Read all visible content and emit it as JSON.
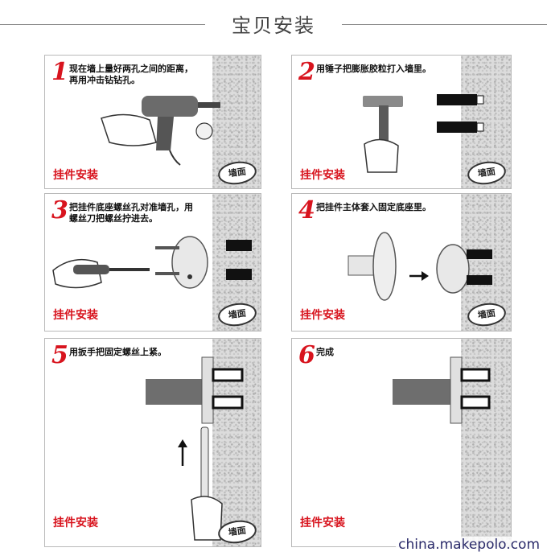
{
  "header": {
    "title": "宝贝安装"
  },
  "common": {
    "mount_label": "挂件安装",
    "badge_text": "墙面"
  },
  "steps": [
    {
      "number": "1",
      "text": "现在墙上量好两孔之间的距离，\n再用冲击钻钻孔。"
    },
    {
      "number": "2",
      "text": "用锤子把膨胀胶粒打入墙里。"
    },
    {
      "number": "3",
      "text": "把挂件底座螺丝孔对准墙孔，用\n螺丝刀把螺丝拧进去。"
    },
    {
      "number": "4",
      "text": "把挂件主体套入固定底座里。"
    },
    {
      "number": "5",
      "text": "用扳手把固定螺丝上紧。"
    },
    {
      "number": "6",
      "text": "完成"
    }
  ],
  "watermark": "china.makepolo.com",
  "icons": [
    "drill-icon",
    "hammer-icon",
    "screwdriver-icon",
    "wrench-icon",
    "arrow-right-icon",
    "arrow-up-icon"
  ]
}
